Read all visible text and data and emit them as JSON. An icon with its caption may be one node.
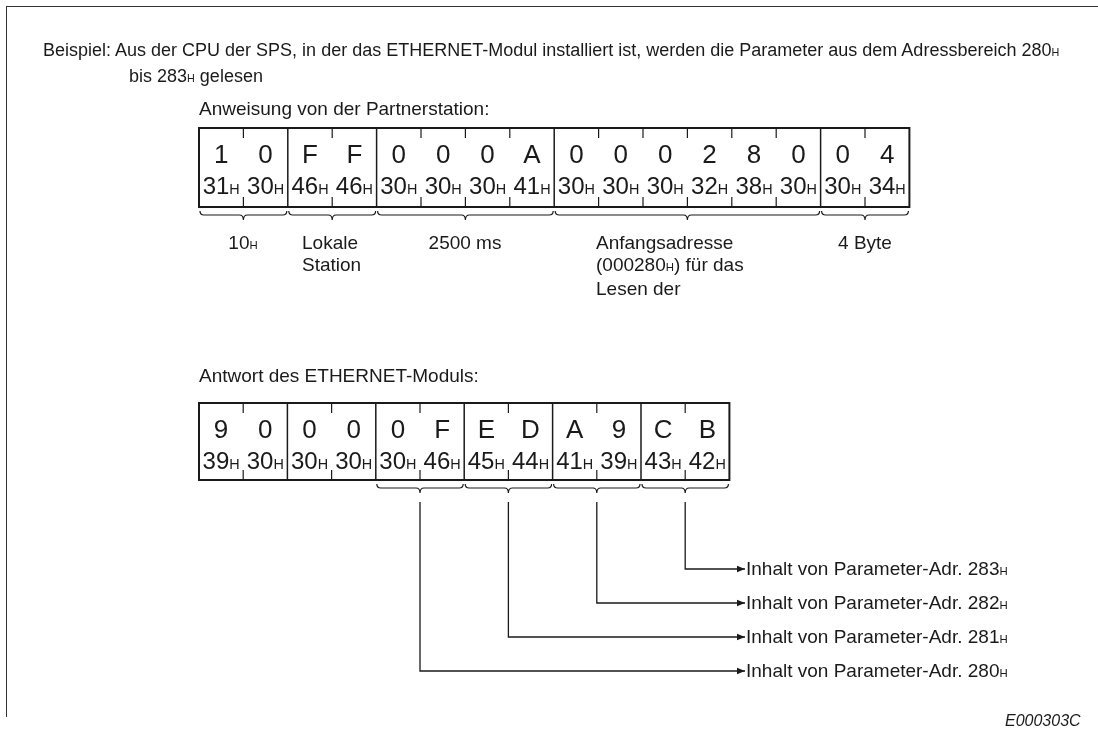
{
  "diagram": {
    "nodes": [
      {
        "text": [
          "Inhalt von Parameter-Adr. 283$_{H}$"
        ]
      },
      {
        "text": [
          "Inhalt von Parameter-Adr. 282$_{H}$"
        ]
      },
      {
        "text": [
          "Inhalt von Parameter-Adr. 281$_{H}$"
        ]
      },
      {
        "text": [
          "Inhalt von Parameter-Adr. 280$_{H}$"
        ]
      }
    ],
    "edges": [
      {
        "from": null,
        "to": 0,
        "arrow": "to"
      },
      {
        "from": null,
        "to": 1,
        "arrow": "to"
      },
      {
        "from": null,
        "to": 2,
        "arrow": "to"
      },
      {
        "from": null,
        "to": 3,
        "arrow": "to"
      }
    ],
    "labels": [
      "Beispiel: Aus der CPU der SPS, in der das ETHERNET-Modul installiert ist, werden die Parameter aus dem Adressbereich 280$_{H}$ bis 283$_{H}$ gelesen",
      "Anweisung von der Partnerstation:",
      "1",
      "0",
      "F",
      "F",
      "0",
      "0",
      "0",
      "A",
      "0",
      "0",
      "0",
      "2",
      "8",
      "0",
      "0",
      "4",
      "31$_{H}$",
      "30$_{H}$",
      "46$_{H}$",
      "46$_{H}$",
      "30$_{H}$",
      "30$_{H}$",
      "30$_{H}$",
      "41$_{H}$",
      "30$_{H}$",
      "30$_{H}$",
      "30$_{H}$",
      "32$_{H}$",
      "38$_{H}$",
      "30$_{H}$",
      "30$_{H}$",
      "34$_{H}$",
      "10$_{H}$",
      "Lokale Station",
      "2500 ms",
      "Anfangsadresse (000280$_{H}$) für das Lesen der",
      "4 Byte",
      "Antwort des ETHERNET-Moduls:",
      "9",
      "0",
      "0",
      "0",
      "0",
      "F",
      "E",
      "D",
      "A",
      "9",
      "C",
      "B",
      "39$_{H}$",
      "30$_{H}$",
      "30$_{H}$",
      "30$_{H}$",
      "30$_{H}$",
      "46$_{H}$",
      "45$_{H}$",
      "44$_{H}$",
      "41$_{H}$",
      "39$_{H}$",
      "43$_{H}$",
      "42$_{H}$",
      "E000303C"
    ]
  }
}
